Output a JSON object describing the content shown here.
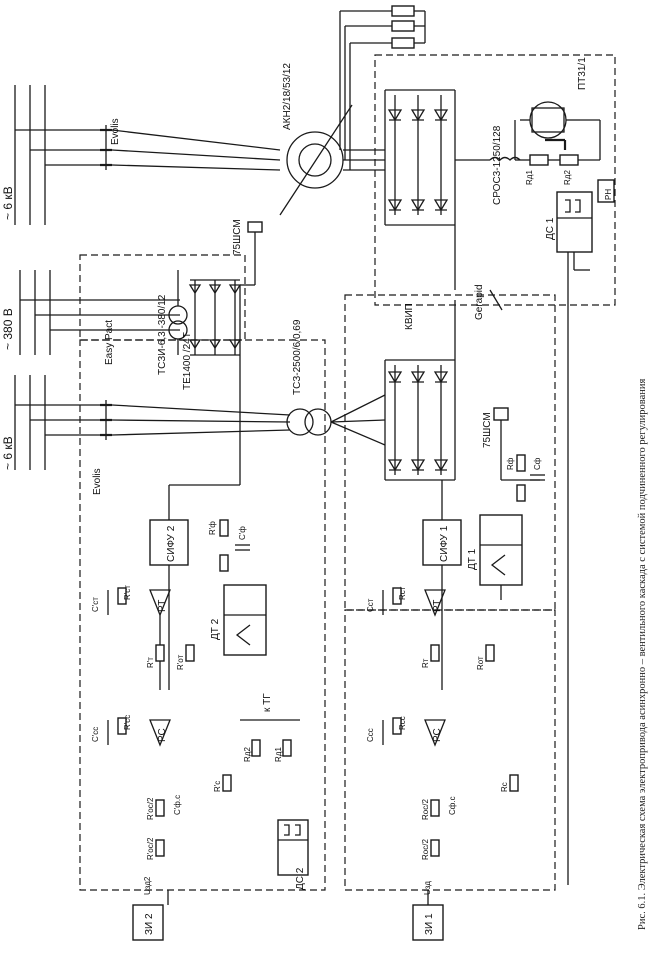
{
  "labels": {
    "evolis_top": "Evolis",
    "kv_top": "~ 6 кВ",
    "kv_bottom": "~ 6 кВ",
    "v380": "~ 380 В",
    "easy_pact": "Easy Pact",
    "transformer_aux": "ТСЗИ-6,3 -380/12",
    "te1400": "TE1400 /24T",
    "evolis_bottom": "Evolis",
    "motor_akn": "АКН2/18/53/12",
    "shunt_75_top": "75ШСМ",
    "transformer_main": "ТСЗ-2500/6/0,69",
    "kvip": "КВИП",
    "gerapid": "Gerapid",
    "shunt_75_bottom": "75ШСМ",
    "sros": "СРОС3-1250/128",
    "pt": "ПТ31/1",
    "rn": "РН",
    "rd1": "Rд1",
    "rd2": "Rд2",
    "ds1": "ДС 1",
    "ds2": "ДС 2",
    "dt1": "ДТ 1",
    "dt2": "ДТ 2",
    "sifu1": "СИФУ 1",
    "sifu2": "СИФУ 2",
    "rt": "РТ",
    "rc": "РС",
    "zi1": "ЗИ 1",
    "zi2": "ЗИ 2",
    "u_zi1": "Uзд",
    "u_zi2": "Uзд2",
    "k_tg": "к ТГ",
    "rph": "Rф",
    "cph": "Сф",
    "rt_lbl": "Rт",
    "rc_lbl": "Rс",
    "rot": "Rот",
    "roc2": "Rос/2",
    "rct": "Rст",
    "cct": "Сст",
    "cpc": "Сф.с",
    "rcc": "Rсс",
    "ccc": "Ссс",
    "rt2": "R'т",
    "rc2": "R'с",
    "rot2": "R'от",
    "roc2p": "R'ос/2",
    "rct2": "R'ст",
    "cct2": "С'ст",
    "cpc2": "С'ф.с",
    "rcc2": "R'сс",
    "ccc2": "С'сс",
    "rph2": "R'ф",
    "cph2": "С'ф",
    "rd1p": "Rд1",
    "rd2p": "Rд2"
  },
  "caption": "Рис. 6.1. Электрическая схема электропривода асинхронно – вентильного каскада с системой подчиненного регулирования"
}
